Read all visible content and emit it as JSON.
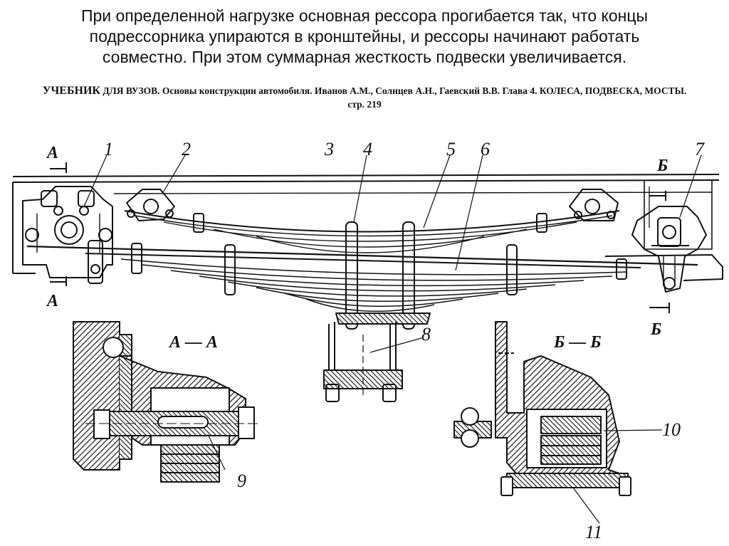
{
  "caption": {
    "line1": "При определенной нагрузке основная рессора прогибается так, что концы",
    "line2": "подрессорника упираются в кронштейны, и рессоры начинают работать",
    "line3": "совместно. При этом суммарная жесткость подвески увеличивается."
  },
  "reference": {
    "lead": "УЧЕБНИК",
    "text": " ДЛЯ ВУЗОВ. Основы конструкции автомобиля. Иванов А.М., Солнцев А.Н., Гаевский В.В. Глава 4. КОЛЕСА, ПОДВЕСКА, МОСТЫ.",
    "page": "стр. 219"
  },
  "figure": {
    "callouts": [
      "1",
      "2",
      "3",
      "4",
      "5",
      "6",
      "7",
      "8",
      "9",
      "10",
      "11"
    ],
    "section_a_label": "А — А",
    "section_b_label": "Б — Б",
    "cut_a": "А",
    "cut_b": "Б"
  }
}
